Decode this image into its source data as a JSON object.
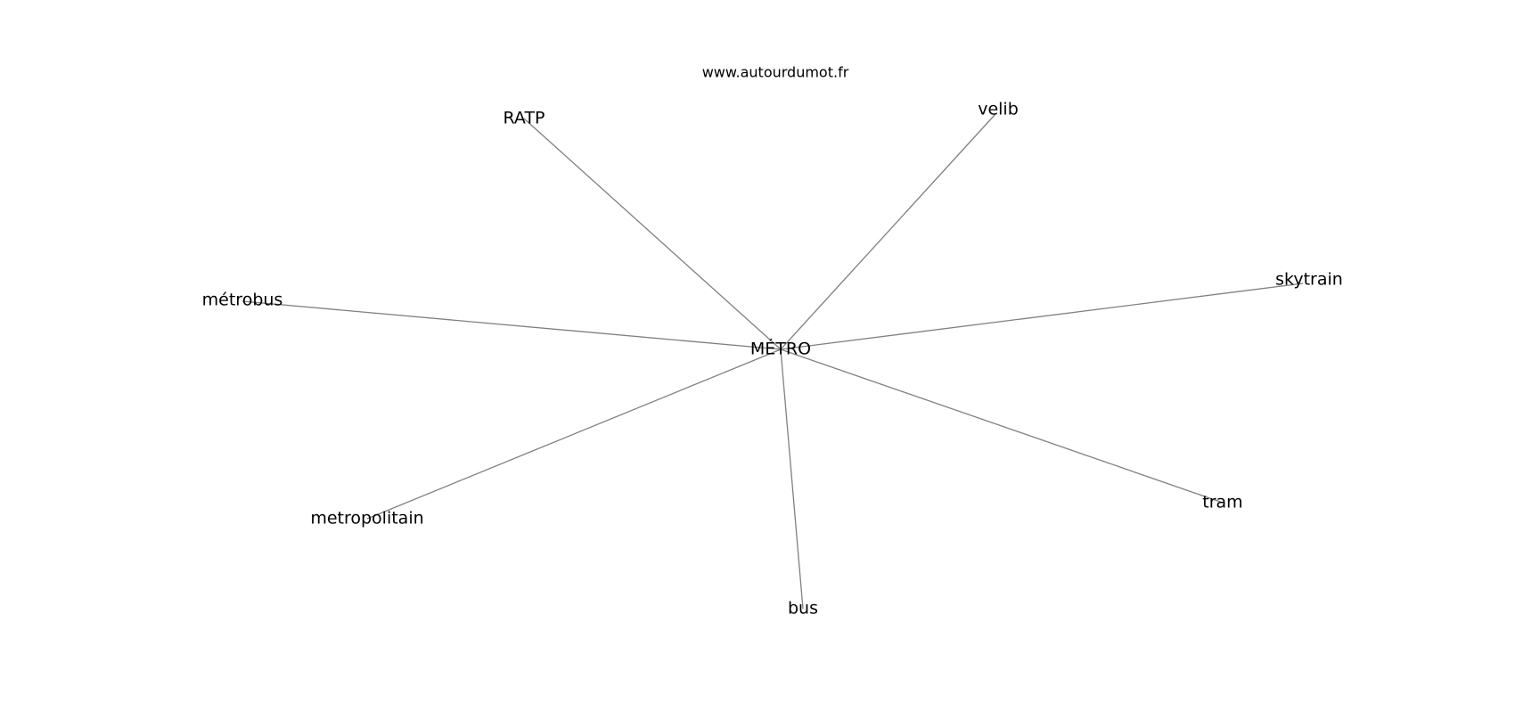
{
  "watermark": "www.autourdumot.fr",
  "graph": {
    "center": "MÉTRO",
    "neighbors": [
      "RATP",
      "velib",
      "skytrain",
      "tram",
      "bus",
      "metropolitain",
      "métrobus"
    ]
  },
  "colors": {
    "edge": "#808080",
    "text": "#000000",
    "background": "#ffffff"
  }
}
